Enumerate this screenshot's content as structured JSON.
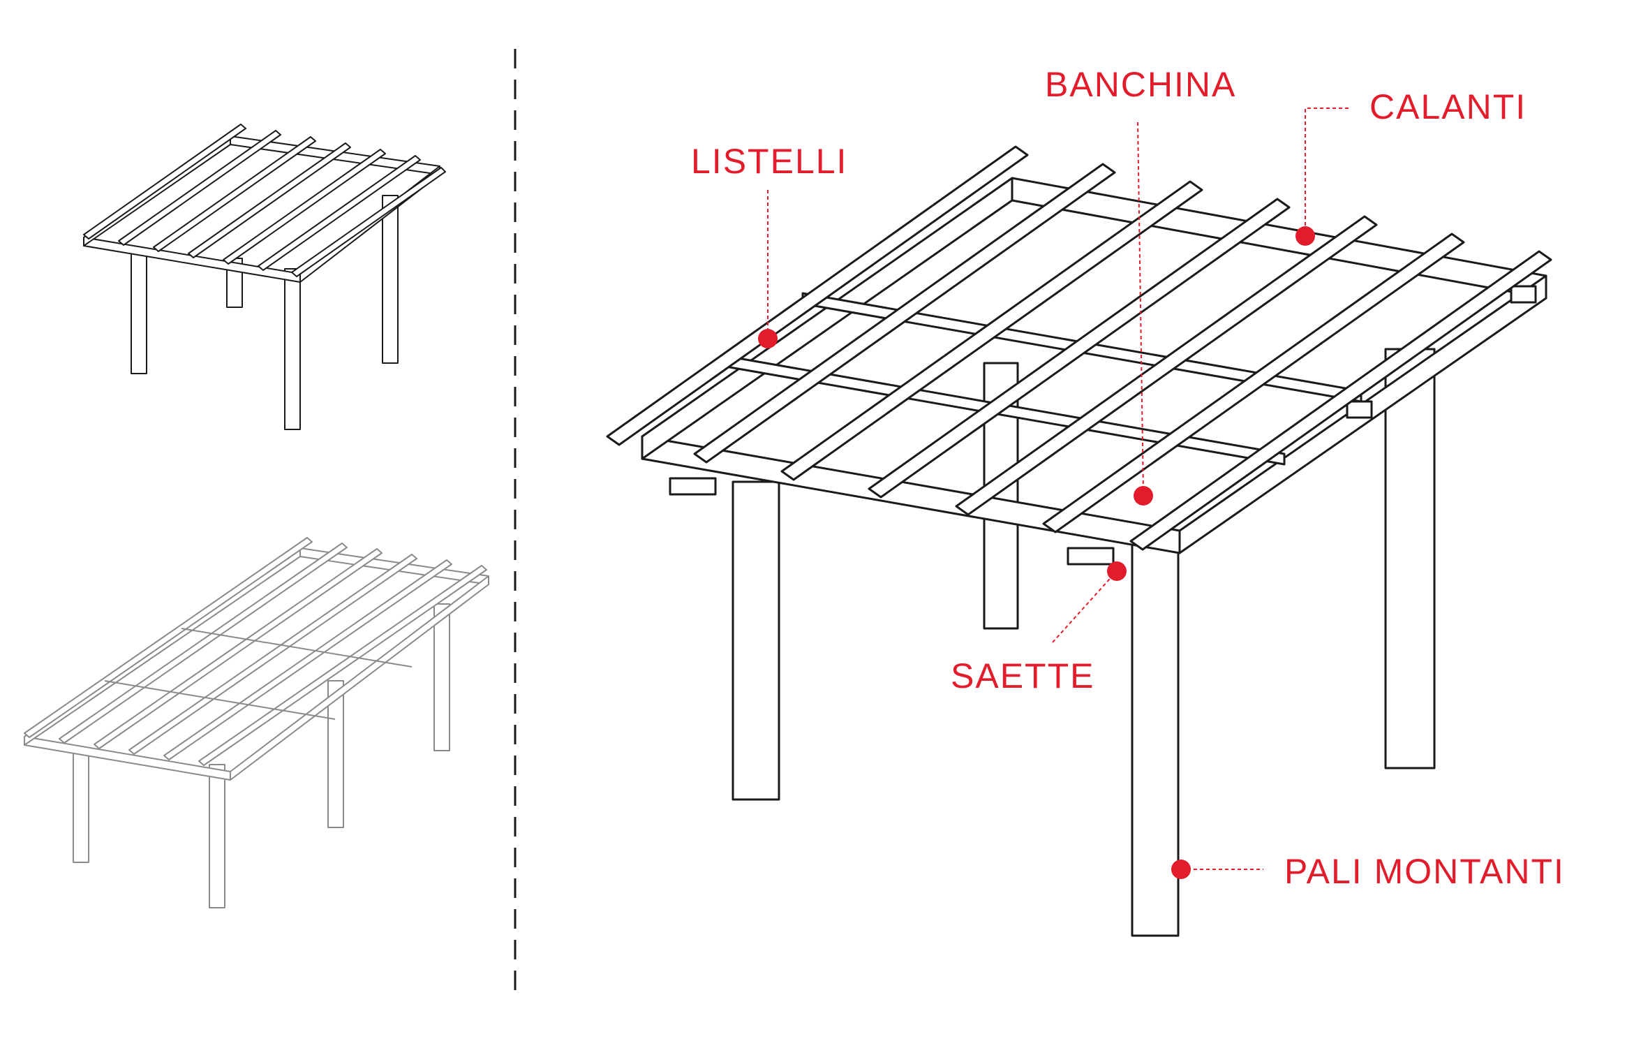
{
  "labels": {
    "banchina": "BANCHINA",
    "calanti": "CALANTI",
    "listelli": "LISTELLI",
    "saette": "SAETTE",
    "pali_montanti": "PALI MONTANTI"
  },
  "colors": {
    "accent": "#e31c2b",
    "line": "#1a1a1a",
    "faint_line": "#8a8a8a",
    "background": "#ffffff"
  }
}
